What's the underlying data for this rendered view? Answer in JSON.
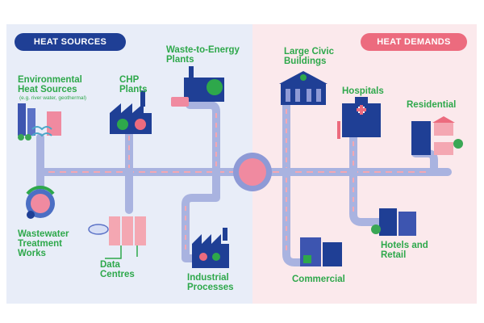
{
  "left_header": "HEAT SOURCES",
  "right_header": "HEAT DEMANDS",
  "sources": {
    "environmental": "Environmental\nHeat Sources",
    "environmental_note": "(e.g. river water, geothermal)",
    "chp": "CHP\nPlants",
    "waste_to_energy": "Waste-to-Energy\nPlants",
    "wastewater": "Wastewater\nTreatment\nWorks",
    "data_centres": "Data\nCentres",
    "industrial": "Industrial\nProcesses"
  },
  "demands": {
    "civic": "Large Civic\nBuildings",
    "hospitals": "Hospitals",
    "residential": "Residential",
    "hotels": "Hotels and\nRetail",
    "commercial": "Commercial"
  },
  "colors": {
    "left_bg": "#e8edf8",
    "right_bg": "#fbe9ec",
    "navy": "#1f3f95",
    "pink": "#ec6b7e",
    "green": "#2ea84b",
    "pipe": "#a9b3e0",
    "flow": "#f4a7b2"
  }
}
